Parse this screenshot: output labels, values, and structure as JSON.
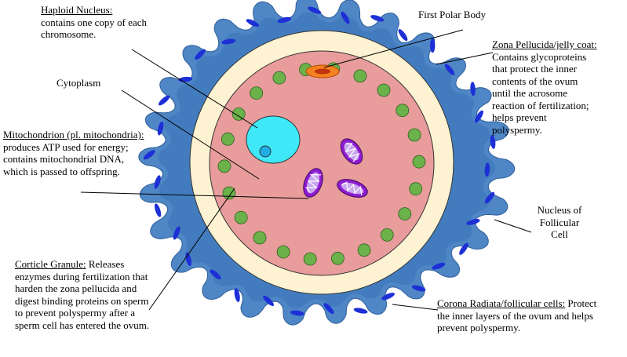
{
  "labels": {
    "haploid_title": "Haploid Nucleus:",
    "haploid_desc": "contains one copy of each chromosome.",
    "cytoplasm": "Cytoplasm",
    "mito_title": "Mitochondrion (pl. mitochondria):",
    "mito_desc": "produces ATP used for energy; contains mitochondrial DNA, which is passed to offspring.",
    "cortical_title": "Corticle Granule:",
    "cortical_desc": "Releases enzymes during fertilization that harden the zona pellucida and digest binding proteins on sperm to prevent polyspermy after a sperm cell has entered the ovum.",
    "polar_body": "First Polar Body",
    "zona_title": "Zona Pellucida/jelly coat:",
    "zona_desc": "Contains glycoproteins that protect the inner contents of the ovum until the acrosome reaction of fertilization; helps prevent polyspermy.",
    "follicular_nucleus": "Nucleus of Follicular Cell",
    "corona_title": "Corona Radiata/follicular cells:",
    "corona_desc": "Protect the inner layers of the ovum and helps prevent polyspermy."
  },
  "colors": {
    "corona": "#4f86c6",
    "follicle_nucleus": "#1d2fd6",
    "zona": "#fdf2d1",
    "cytoplasm": "#e89c9c",
    "nucleus": "#3ee8f6",
    "nucleolus": "#1faee6",
    "granule": "#6bb24a",
    "mitochondrion": "#8f1bd1",
    "polar_body": "#f58220"
  }
}
